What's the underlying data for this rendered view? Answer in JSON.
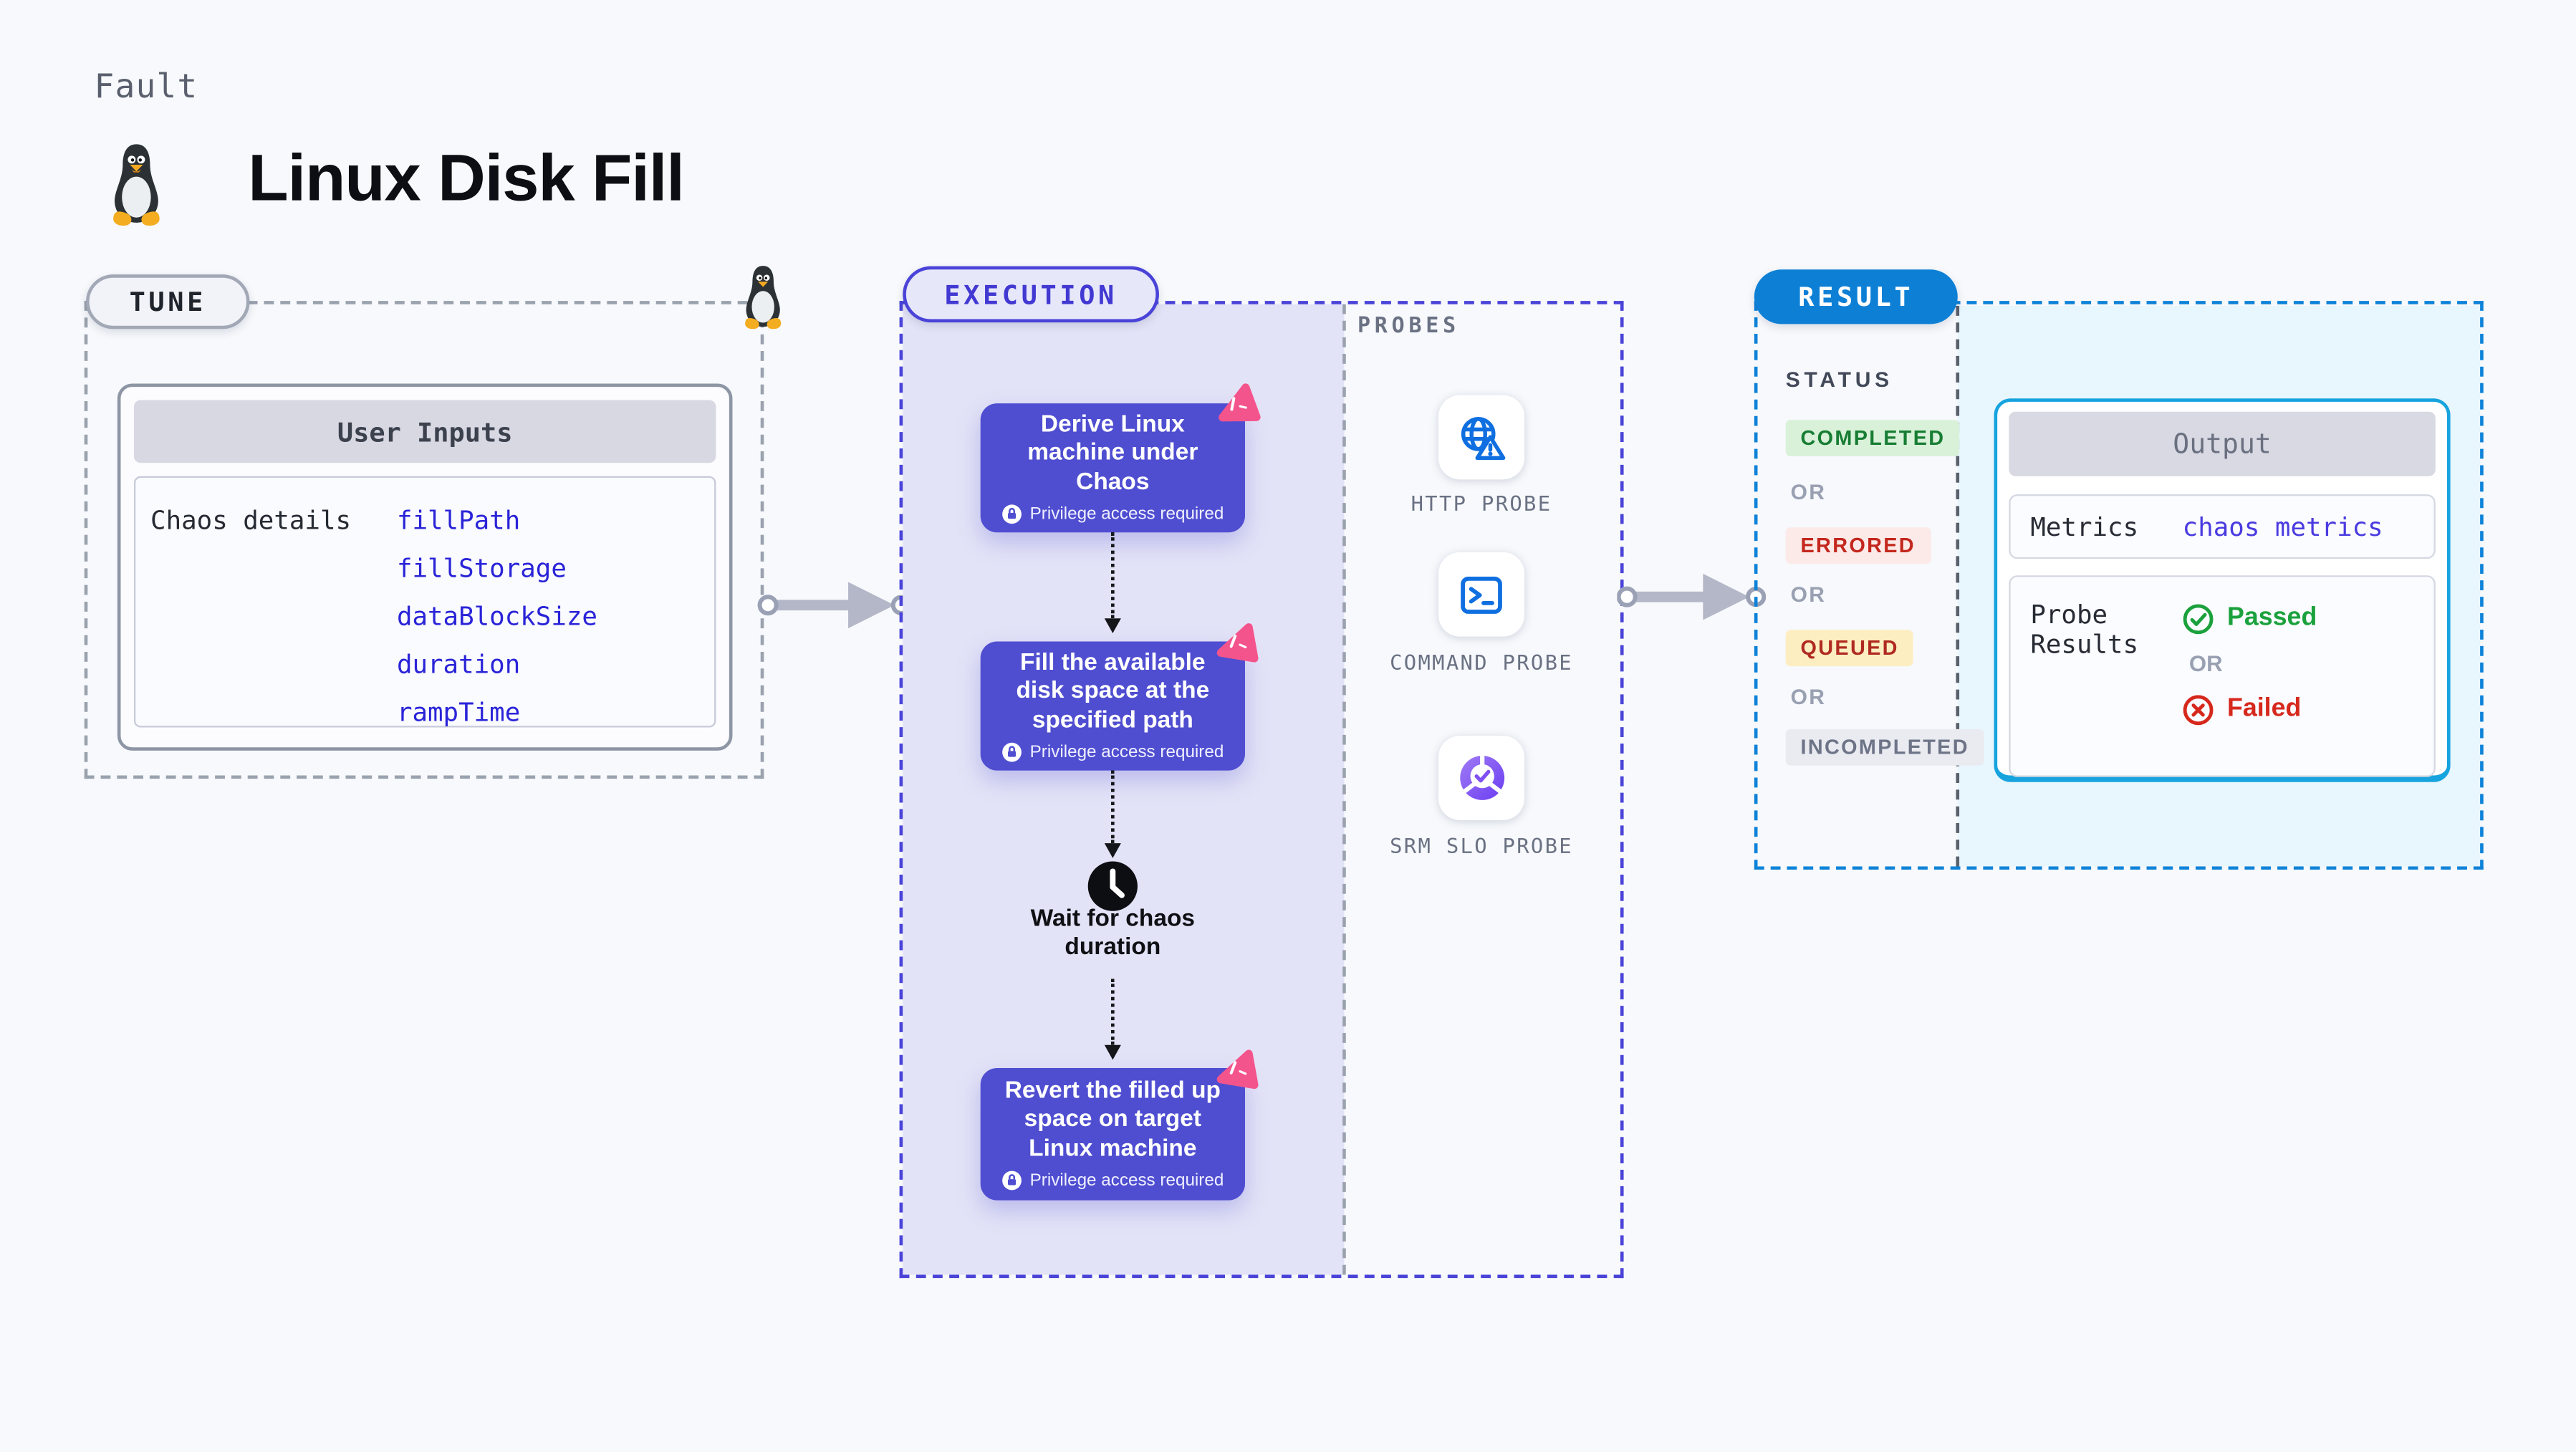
{
  "page": {
    "background": "#f7f9fc"
  },
  "header": {
    "kicker": "Fault",
    "title": "Linux Disk Fill",
    "title_icon": "tux-penguin-icon"
  },
  "tune": {
    "label": "TUNE",
    "user_inputs": {
      "header": "User Inputs",
      "row_label": "Chaos details",
      "params": [
        "fillPath",
        "fillStorage",
        "dataBlockSize",
        "duration",
        "rampTime"
      ],
      "param_color": "#2a24d8"
    }
  },
  "execution": {
    "label": "EXECUTION",
    "accent_color": "#4a43d8",
    "step_color": "#4f4ed1",
    "steps": [
      {
        "title": "Derive Linux machine under Chaos",
        "note": "Privilege access required"
      },
      {
        "title": "Fill the available disk space at the specified path",
        "note": "Privilege access required"
      },
      {
        "title": "Revert the filled up space on target Linux machine",
        "note": "Privilege access required"
      }
    ],
    "wait_step": {
      "title": "Wait for chaos duration",
      "icon": "clock-icon"
    }
  },
  "probes": {
    "label": "PROBES",
    "items": [
      {
        "name": "HTTP PROBE",
        "icon": "globe-alert-icon"
      },
      {
        "name": "COMMAND PROBE",
        "icon": "terminal-icon"
      },
      {
        "name": "SRM SLO PROBE",
        "icon": "slo-donut-icon"
      }
    ]
  },
  "result": {
    "label": "RESULT",
    "accent_color": "#0d82d8",
    "status": {
      "label": "STATUS",
      "separator": "OR",
      "options": [
        {
          "text": "COMPLETED",
          "fg": "#177d33",
          "bg": "#d9f1d9"
        },
        {
          "text": "ERRORED",
          "fg": "#c3271d",
          "bg": "#fceae8"
        },
        {
          "text": "QUEUED",
          "fg": "#b02a21",
          "bg": "#fdeec1"
        },
        {
          "text": "INCOMPLETED",
          "fg": "#6e7487",
          "bg": "#eaebf1"
        }
      ]
    },
    "output": {
      "header": "Output",
      "metrics_label": "Metrics",
      "metrics_value": "chaos metrics",
      "probe_results_label": "Probe Results",
      "passed": "Passed",
      "or": "OR",
      "failed": "Failed",
      "passed_color": "#1ba13c",
      "failed_color": "#d6281c"
    }
  }
}
